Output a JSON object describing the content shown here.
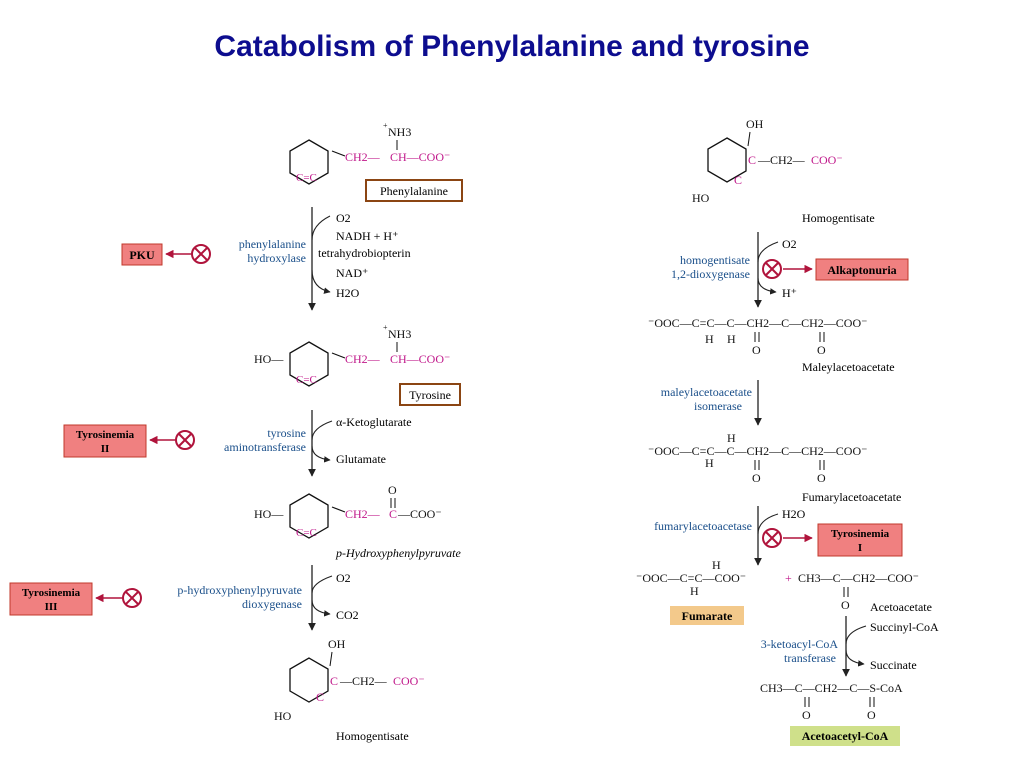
{
  "slide": {
    "title": "Catabolism of Phenylalanine and tyrosine"
  },
  "colors": {
    "title": "#0d0d8f",
    "enzyme": "#1a4f8a",
    "carbon_highlight": "#c0178a",
    "disease_fill": "#f08080",
    "disease_stroke": "#c0392b",
    "block": "#b0143c",
    "boxed_label": "#8b4513",
    "fumarate_fill": "#f3c98b",
    "acetoacetylcoa_fill": "#cfe08a"
  },
  "phe": {
    "nh3": "NH3",
    "plus": "+",
    "ch2": "CH2—",
    "ch": "CH—COO⁻",
    "ring_cc": "C=C",
    "c_sub": "C",
    "label": "Phenylalanine",
    "enzyme1": "phenylalanine",
    "enzyme2": "hydroxylase",
    "o2": "O2",
    "nadh": "NADH + H⁺",
    "bh4": "tetrahydrobiopterin",
    "nad": "NAD⁺",
    "h2o": "H2O",
    "disease": "PKU"
  },
  "tyr": {
    "ho": "HO—",
    "nh3": "NH3",
    "plus": "+",
    "ch2": "CH2—",
    "ch": "CH—COO⁻",
    "ring_cc": "C=C",
    "c_sub": "C",
    "label": "Tyrosine",
    "enzyme1": "tyrosine",
    "enzyme2": "aminotransferase",
    "akg": "α-Ketoglutarate",
    "glu": "Glutamate",
    "disease1": "Tyrosinemia",
    "disease2": "II"
  },
  "hpp": {
    "ho": "HO—",
    "ch2": "CH2—",
    "c": "C",
    "coo": "—COO⁻",
    "o": "O",
    "ring_cc": "C=C",
    "c_sub": "C",
    "label": "p-Hydroxyphenylpyruvate",
    "enzyme1": "p-hydroxyphenylpyruvate",
    "enzyme2": "dioxygenase",
    "o2": "O2",
    "co2": "CO2",
    "disease1": "Tyrosinemia",
    "disease2": "III"
  },
  "hga_left": {
    "oh": "OH",
    "ho": "HO",
    "ch2": "—CH2—",
    "coo": "COO⁻",
    "c": "C",
    "label": "Homogentisate"
  },
  "hga_right": {
    "oh": "OH",
    "ho": "HO",
    "ch2": "—CH2—",
    "coo": "COO⁻",
    "c": "C",
    "label": "Homogentisate",
    "enzyme1": "homogentisate",
    "enzyme2": "1,2-dioxygenase",
    "o2": "O2",
    "h": "H⁺",
    "disease": "Alkaptonuria"
  },
  "maa": {
    "formula": "⁻OOC—C=C—C—CH2—C—CH2—COO⁻",
    "h1": "H",
    "h2": "H",
    "o1": "O",
    "o2": "O",
    "label": "Maleylacetoacetate",
    "enzyme1": "maleylacetoacetate",
    "enzyme2": "isomerase"
  },
  "faa": {
    "formula": "⁻OOC—C=C—C—CH2—C—CH2—COO⁻",
    "h_top": "H",
    "h_bot": "H",
    "o1": "O",
    "o2": "O",
    "label": "Fumarylacetoacetate",
    "enzyme": "fumarylacetoacetase",
    "h2o": "H2O",
    "disease1": "Tyrosinemia",
    "disease2": "I"
  },
  "products": {
    "fumarate_formula": "⁻OOC—C=C—COO⁻",
    "h_top": "H",
    "h_bot": "H",
    "plus": "+",
    "acetoacetate_formula": "CH3—C—CH2—COO⁻",
    "o": "O",
    "fumarate": "Fumarate",
    "acetoacetate": "Acetoacetate",
    "succcoa": "Succinyl-CoA",
    "succinate": "Succinate",
    "enzyme1": "3-ketoacyl-CoA",
    "enzyme2": "transferase",
    "aacoa_formula": "CH3—C—CH2—C—S-CoA",
    "o1": "O",
    "o2": "O",
    "aacoa": "Acetoacetyl-CoA"
  }
}
